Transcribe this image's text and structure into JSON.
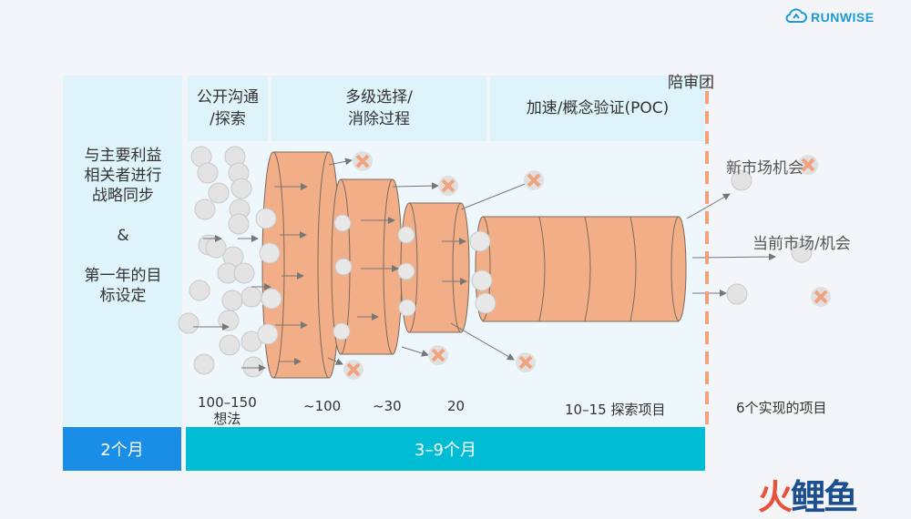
{
  "logo": {
    "text": "RUNWISE",
    "icon": "cloud-icon",
    "color": "#1a9ad6"
  },
  "left_panel": {
    "text": "与主要利益\n相关者进行\n战略同步\n\n&\n\n第一年的目\n标设定"
  },
  "headers": {
    "open_communication": "公开沟通\n/探索",
    "multi_selection": "多级选择/\n消除过程",
    "acceleration": "加速/概念验证(POC)",
    "jury": "陪审团"
  },
  "bars": {
    "left": "2个月",
    "right": "3–9个月",
    "left_color": "#1a8ee6",
    "right_color": "#00bcd4"
  },
  "stage_counts": {
    "ideas": "100–150\n想法",
    "s1": "~100",
    "s2": "~30",
    "s3": "20",
    "s4": "10–15  探索项目",
    "outcome": "6个实现的项目"
  },
  "outcomes": {
    "new_market": "新市场机会",
    "current_market": "当前市场/机会"
  },
  "watermark": {
    "fire": "火",
    "rest": "鲤鱼"
  },
  "colors": {
    "funnel": "#f2ae86",
    "reject": "#f1a27e",
    "dashed": "#f2a27a",
    "ball": "#e3e3e3"
  }
}
